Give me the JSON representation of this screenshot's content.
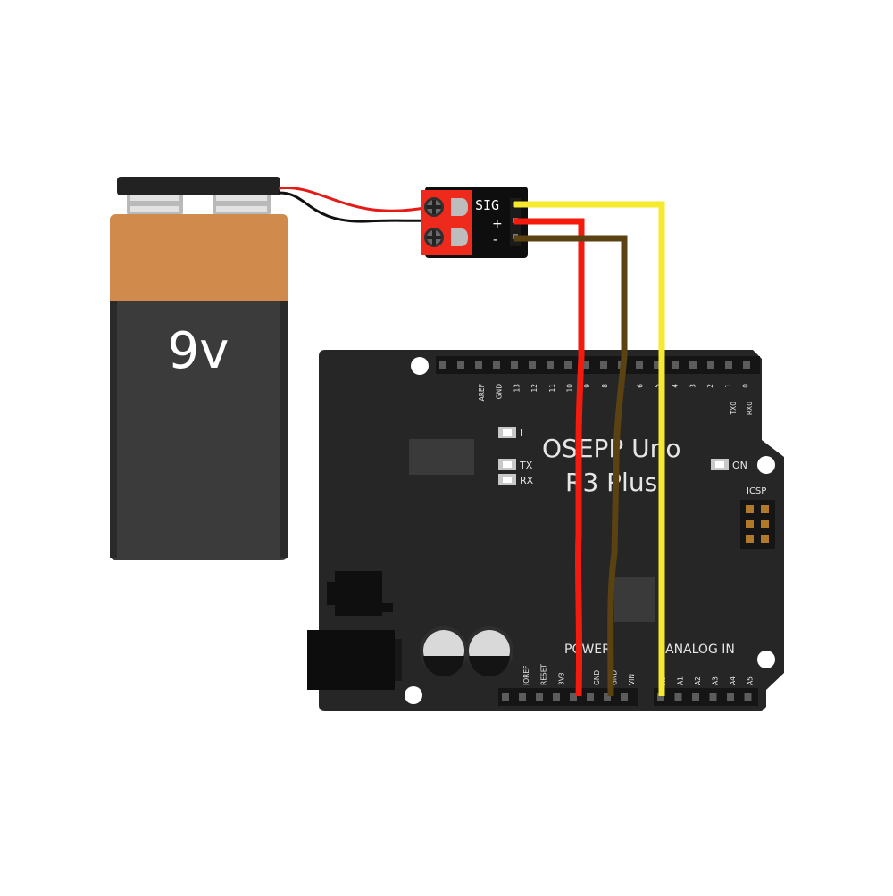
{
  "battery": {
    "label": "9v",
    "colors": {
      "top": "#cf8a4c",
      "body": "#3b3b3b",
      "edge": "#2a2a2a"
    }
  },
  "sensor_module": {
    "labels": {
      "sig": "SIG",
      "plus": "+",
      "minus": "-"
    },
    "color": "#ee2a1d"
  },
  "board": {
    "name_line1": "OSEPP Uno",
    "name_line2": "R3 Plus",
    "color": "#262626",
    "digital_header_labels": [
      "AREF",
      "GND",
      "13",
      "12",
      "11",
      "10",
      "9",
      "8",
      "7",
      "6",
      "5",
      "4",
      "3",
      "2",
      "1",
      "0"
    ],
    "serial_labels": [
      "TX0",
      "RX0"
    ],
    "led_labels": {
      "l": "L",
      "tx": "TX",
      "rx": "RX",
      "on": "ON"
    },
    "icsp_label": "ICSP",
    "power_label": "POWER",
    "analog_label": "ANALOG IN",
    "power_pin_labels": [
      "IOREF",
      "RESET",
      "3V3",
      "5V",
      "GND",
      "GND",
      "VIN"
    ],
    "analog_pin_labels": [
      "A0",
      "A1",
      "A2",
      "A3",
      "A4",
      "A5"
    ]
  },
  "wires": {
    "signal_color": "#f5ea2d",
    "power_color": "#f51a0e",
    "ground_color": "#5a4212",
    "battery_positive_color": "#e41b17",
    "battery_negative_color": "#111111"
  }
}
